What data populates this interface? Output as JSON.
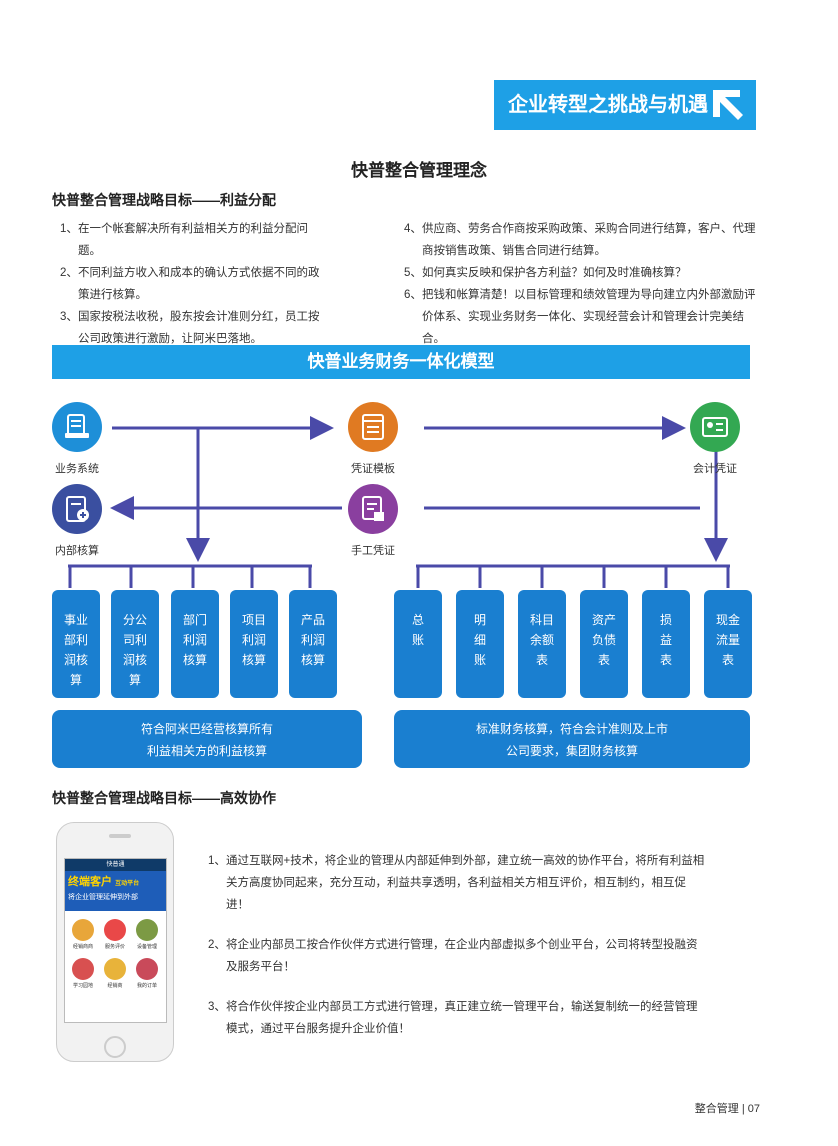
{
  "header": {
    "banner_title": "企业转型之挑战与机遇"
  },
  "main_title": "快普整合管理理念",
  "section1": {
    "title": "快普整合管理战略目标——利益分配",
    "left_items": [
      {
        "num": "1、",
        "text": "在一个帐套解决所有利益相关方的利益分配问题。"
      },
      {
        "num": "2、",
        "text": "不同利益方收入和成本的确认方式依据不同的政策进行核算。"
      },
      {
        "num": "3、",
        "text": "国家按税法收税，股东按会计准则分红，员工按公司政策进行激励，让阿米巴落地。"
      }
    ],
    "right_items": [
      {
        "num": "4、",
        "text": "供应商、劳务合作商按采购政策、采购合同进行结算，客户、代理商按销售政策、销售合同进行结算。"
      },
      {
        "num": "5、",
        "text": "如何真实反映和保护各方利益？如何及时准确核算？"
      },
      {
        "num": "6、",
        "text": "把钱和帐算清楚！以目标管理和绩效管理为导向建立内外部激励评价体系、实现业务财务一体化、实现经营会计和管理会计完美结合。"
      }
    ]
  },
  "model": {
    "band_title": "快普业务财务一体化模型",
    "nodes": [
      {
        "label": "业务系统",
        "icon": "business-system-icon",
        "color": "#1e8fd8"
      },
      {
        "label": "凭证模板",
        "icon": "voucher-template-icon",
        "color": "#e07a22"
      },
      {
        "label": "会计凭证",
        "icon": "accounting-voucher-icon",
        "color": "#33a852"
      },
      {
        "label": "内部核算",
        "icon": "internal-accounting-icon",
        "color": "#3a4fa0"
      },
      {
        "label": "手工凭证",
        "icon": "manual-voucher-icon",
        "color": "#8a3f9f"
      }
    ],
    "left_boxes": [
      "事业部利润核算",
      "分公司利润核算",
      "部门利润核算",
      "项目利润核算",
      "产品利润核算"
    ],
    "right_boxes": [
      "总账",
      "明细账",
      "科目余额表",
      "资产负债表",
      "损益表",
      "现金流量表"
    ],
    "left_summary": [
      "符合阿米巴经营核算所有",
      "利益相关方的利益核算"
    ],
    "right_summary": [
      "标准财务核算，符合会计准则及上市",
      "公司要求，集团财务核算"
    ],
    "line_color": "#4a4aa8"
  },
  "section2": {
    "title": "快普整合管理战略目标——高效协作",
    "phone": {
      "app_title": "快普通",
      "banner_line1": "终端客户",
      "banner_line1_small": "互动平台",
      "banner_line2": "将企业管理延伸到外部",
      "apps": [
        "经销商商",
        "服务评价",
        "设备管理",
        "学习园地",
        "经销商",
        "我的订单"
      ]
    },
    "items": [
      {
        "num": "1、",
        "text": "通过互联网+技术，将企业的管理从内部延伸到外部，建立统一高效的协作平台，将所有利益相关方高度协同起来，充分互动，利益共享透明，各利益相关方相互评价，相互制约，相互促进！"
      },
      {
        "num": "2、",
        "text": "将企业内部员工按合作伙伴方式进行管理，在企业内部虚拟多个创业平台，公司将转型投融资及服务平台！"
      },
      {
        "num": "3、",
        "text": "将合作伙伴按企业内部员工方式进行管理，真正建立统一管理平台，输送复制统一的经营管理模式，通过平台服务提升企业价值！"
      }
    ]
  },
  "footer": {
    "text": "整合管理 | 07"
  }
}
